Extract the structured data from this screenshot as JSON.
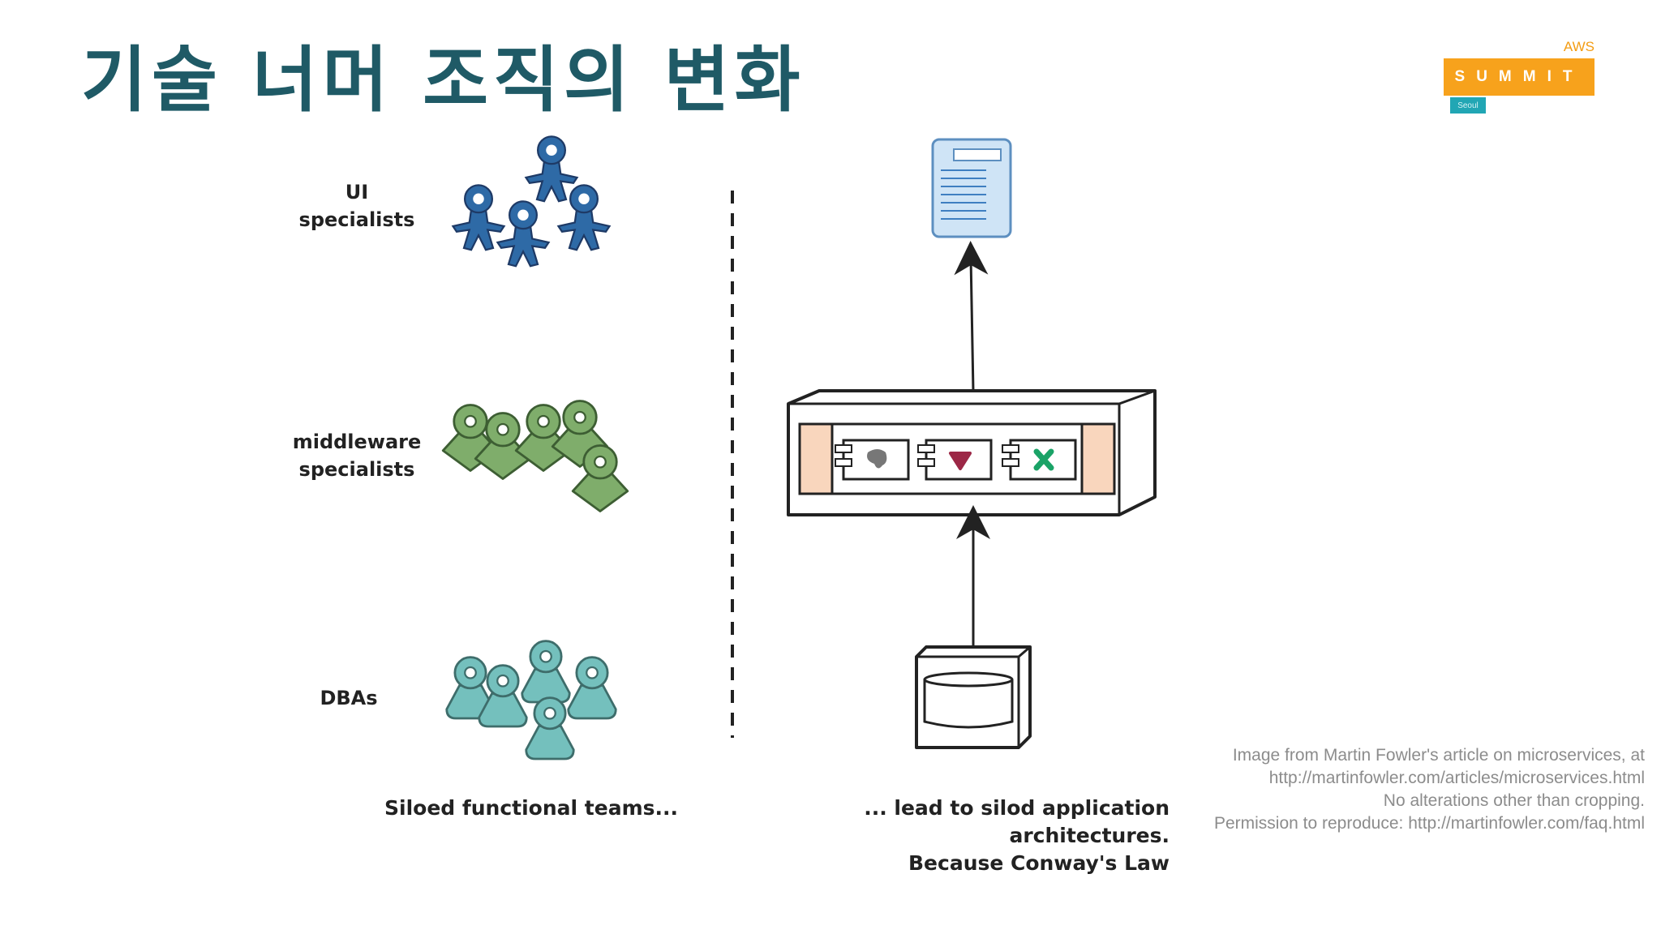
{
  "slide": {
    "title": "기술 너머 조직의 변화"
  },
  "logo": {
    "aws": "AWS",
    "summit": "SUMMIT",
    "seoul": "Seoul"
  },
  "diagram": {
    "teams": [
      {
        "label_line1": "UI",
        "label_line2": "specialists",
        "color": "#2e6aa6"
      },
      {
        "label_line1": "middleware",
        "label_line2": "specialists",
        "color": "#7fad6b"
      },
      {
        "label_line1": "DBAs",
        "label_line2": "",
        "color": "#74c0bd"
      }
    ],
    "left_caption": "Siloed functional teams...",
    "right_caption_line1": "... lead to silod application architectures.",
    "right_caption_line2": "Because Conway's Law"
  },
  "credit": {
    "line1": "Image from Martin Fowler's article on microservices, at",
    "line2": "http://martinfowler.com/articles/microservices.html",
    "line3": "No alterations other than cropping.",
    "line4": "Permission to reproduce: http://martinfowler.com/faq.html"
  }
}
